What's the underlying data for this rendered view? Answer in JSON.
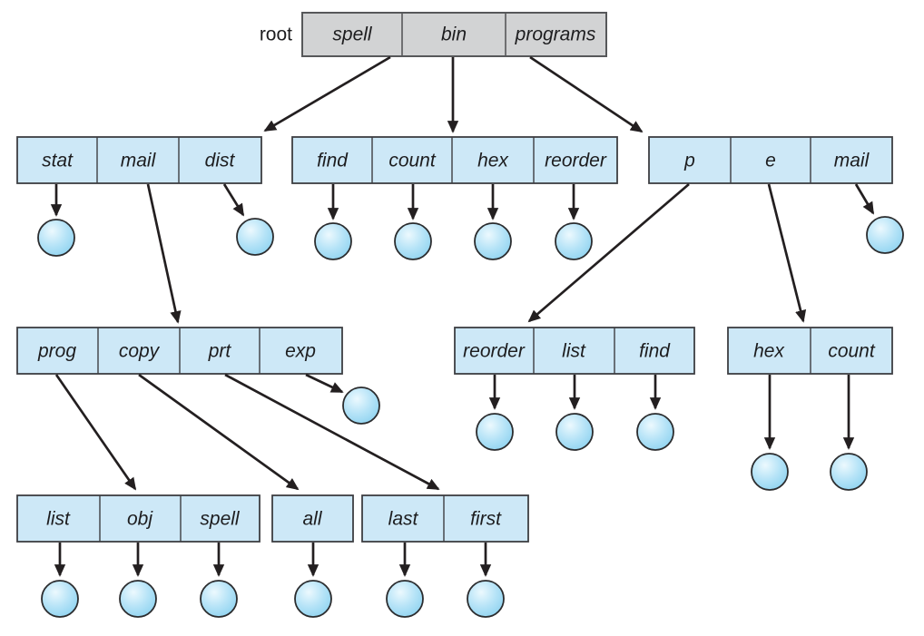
{
  "figure_type": "tree-structured directory diagram",
  "colors": {
    "root-box-fill": "#d2d3d4",
    "root-box-border": "#57585a",
    "dir-box-fill": "#cde8f7",
    "box-border": "#3d3e42",
    "arrow": "#231f20",
    "text": "#1d1d1f",
    "circle-border": "#2b2c2e",
    "file-hi": "#ecf9fe",
    "file-mid": "#b5e3f7",
    "file-edge": "#8fd3f0"
  },
  "root": {
    "label": "root",
    "cells": [
      "spell",
      "bin",
      "programs"
    ],
    "targets": [
      "directory",
      "directory",
      "directory"
    ]
  },
  "directories": {
    "spell": {
      "cells": [
        "stat",
        "mail",
        "dist"
      ],
      "targets": [
        "file",
        "directory",
        "file"
      ]
    },
    "bin": {
      "cells": [
        "find",
        "count",
        "hex",
        "reorder"
      ],
      "targets": [
        "file",
        "file",
        "file",
        "file"
      ]
    },
    "programs": {
      "cells": [
        "p",
        "e",
        "mail"
      ],
      "targets": [
        "directory",
        "directory",
        "file"
      ]
    },
    "mail": {
      "cells": [
        "prog",
        "copy",
        "prt",
        "exp"
      ],
      "targets": [
        "directory",
        "directory",
        "directory",
        "file"
      ]
    },
    "p": {
      "cells": [
        "reorder",
        "list",
        "find"
      ],
      "targets": [
        "file",
        "file",
        "file"
      ]
    },
    "e": {
      "cells": [
        "hex",
        "count"
      ],
      "targets": [
        "file",
        "file"
      ]
    },
    "prog": {
      "cells": [
        "list",
        "obj",
        "spell"
      ],
      "targets": [
        "file",
        "file",
        "file"
      ]
    },
    "copy": {
      "cells": [
        "all"
      ],
      "targets": [
        "file"
      ]
    },
    "prt": {
      "cells": [
        "last",
        "first"
      ],
      "targets": [
        "file",
        "file"
      ]
    }
  },
  "edges": [
    {
      "from": "root/spell",
      "to": "dir(stat,mail,dist)"
    },
    {
      "from": "root/bin",
      "to": "dir(find,count,hex,reorder)"
    },
    {
      "from": "root/programs",
      "to": "dir(p,e,mail)"
    },
    {
      "from": "spell/mail",
      "to": "dir(prog,copy,prt,exp)"
    },
    {
      "from": "programs/p",
      "to": "dir(reorder,list,find)"
    },
    {
      "from": "programs/e",
      "to": "dir(hex,count)"
    },
    {
      "from": "mail/prog",
      "to": "dir(list,obj,spell)"
    },
    {
      "from": "mail/copy",
      "to": "dir(all)"
    },
    {
      "from": "mail/prt",
      "to": "dir(last,first)"
    }
  ]
}
